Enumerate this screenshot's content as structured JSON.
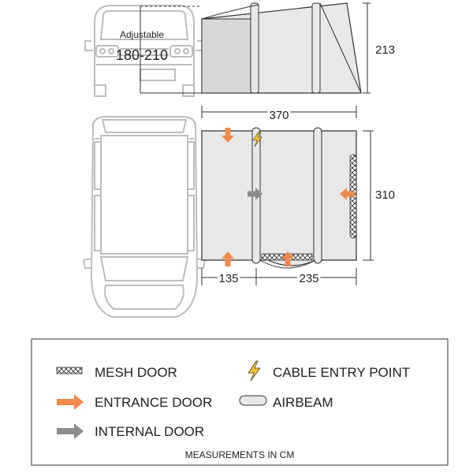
{
  "diagram": {
    "front_view": {
      "adjustable_label": "Adjustable",
      "adjustable_range": "180-210",
      "height_dim": "213"
    },
    "plan_view": {
      "length_dim": "370",
      "depth_dim": "310",
      "front_segment_dim": "135",
      "rear_segment_dim": "235"
    }
  },
  "legend": {
    "mesh_door": "MESH DOOR",
    "cable_entry_point": "CABLE ENTRY POINT",
    "entrance_door": "ENTRANCE DOOR",
    "airbeam": "AIRBEAM",
    "internal_door": "INTERNAL DOOR",
    "footnote": "MEASUREMENTS IN CM"
  },
  "colors": {
    "entrance_door": "#f08a4b",
    "internal_door": "#8c8c8c",
    "cable_entry": "#f2c230",
    "awning_fill": "#e8e8e8",
    "outline": "#333333",
    "car_outline": "#bdbdbd"
  }
}
